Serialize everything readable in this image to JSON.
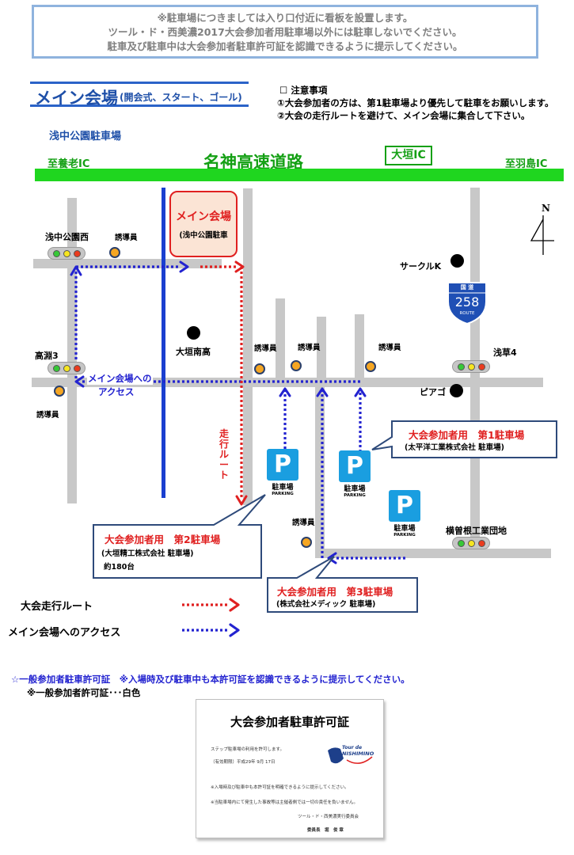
{
  "notice": {
    "line1": "※駐車場につきましては入り口付近に看板を設置します。",
    "line2": "ツール・ド・西美濃2017大会参加者用駐車場以外には駐車しないでください。",
    "line3": "駐車及び駐車中は大会参加者駐車許可証を認識できるように提示してください。"
  },
  "venue": {
    "title": "メイン会場",
    "subtitle": "(開会式、スタート、ゴール)",
    "park": "浅中公園駐車場"
  },
  "notes": {
    "heading": "☐ 注意事項",
    "item1": "①大会参加者の方は、第1駐車場より優先して駐車をお願いします。",
    "item2": "②大会の走行ルートを避けて、メイン会場に集合して下さい。"
  },
  "highway": {
    "name": "名神高速道路",
    "left_label": "至養老IC",
    "right_label": "至羽島IC",
    "ic_label": "大垣IC"
  },
  "map": {
    "main_venue_title": "メイン会場",
    "main_venue_sub": "(浅中公園駐車",
    "intersection_asanaka": "浅中公園西",
    "intersection_takabuchi": "高淵3",
    "intersection_asakusa": "浅草4",
    "intersection_yokosone": "横曽根工業団地",
    "guide": "誘導員",
    "school": "大垣南高",
    "circle_k": "サークルK",
    "piago": "ピアゴ",
    "route_vertical": "走行ルート",
    "access_label_1": "メイン会場への",
    "access_label_2": "アクセス",
    "route_sign_top": "国 道",
    "route_sign_number": "258",
    "route_sign_bottom": "ROUTE",
    "north": "N",
    "parking_p": "P",
    "parking_jp": "駐車場",
    "parking_en": "PARKING"
  },
  "parking": {
    "p1_title": "大会参加者用　第1駐車場",
    "p1_sub": "(太平洋工業株式会社 駐車場)",
    "p2_title": "大会参加者用　第2駐車場",
    "p2_sub": "(大垣精工株式会社 駐車場)",
    "p2_count": "約180台",
    "p3_title": "大会参加者用　第3駐車場",
    "p3_sub": "(株式会社メディック 駐車場)"
  },
  "legend": {
    "route": "大会走行ルート",
    "access": "メイン会場へのアクセス"
  },
  "permit": {
    "line1": "☆一般参加者駐車許可証　※入場時及び駐車中も本許可証を認識できるように提示してください。",
    "line2": "※一般参加者許可証･･･白色",
    "card_title": "大会参加者駐車許可証",
    "card_text1": "ステップ駐車場の利用を許可します。",
    "card_text2": "（有効期限）平成29年 9月 17日",
    "card_text3": "※入場時及び駐車中も本許可証を明確できるように提示してください。",
    "card_text4": "※当駐車場内にて発生した事故等は主催者側では一切の責任を負いません。",
    "card_org": "ツール・ド・西美濃実行委員会",
    "card_rep": "委員長　堀　俊 章",
    "card_logo_1": "Tour de",
    "card_logo_2": "NISHIMINO"
  },
  "colors": {
    "highway_green": "#1fd61f",
    "route_red": "#e02020",
    "access_blue": "#2323d0",
    "road_gray": "#c8c8c8",
    "parking_blue": "#1a9ee0"
  }
}
